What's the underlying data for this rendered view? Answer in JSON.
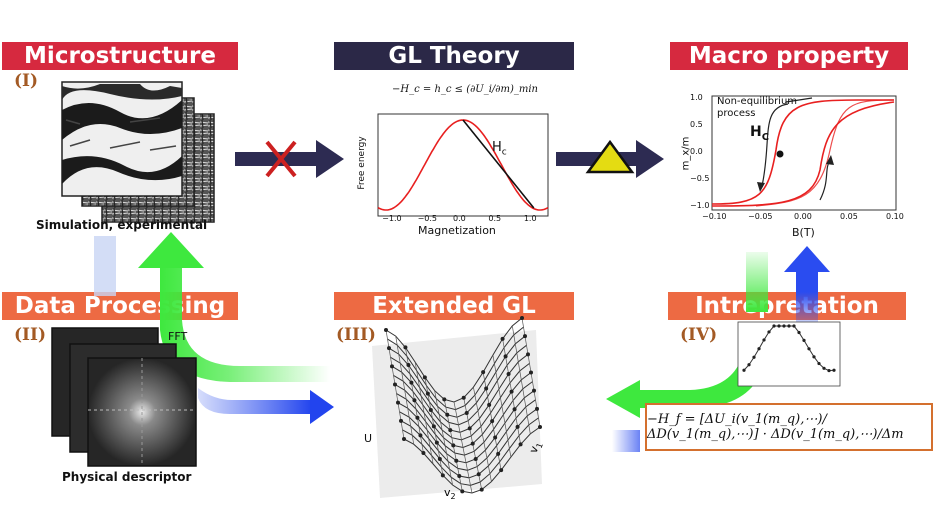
{
  "banners": {
    "microstructure": "Microstructure",
    "gl_theory": "GL Theory",
    "macro": "Macro property",
    "data_processing": "Data Processing",
    "extended_gl": "Extended GL",
    "interpretation": "Intrepretation"
  },
  "roman": {
    "i": "(I)",
    "ii": "(II)",
    "iii": "(III)",
    "iv": "(IV)"
  },
  "captions": {
    "simulation": "Simulation, experimental",
    "physical": "Physical descriptor",
    "fft": "FFT"
  },
  "gl_chart": {
    "formula": "−H_c = h_c ≤ (∂U_i/∂m)_min",
    "ylabel": "Free energy",
    "xlabel": "Magnetization",
    "hc_label": "H",
    "hc_sub": "c",
    "xticks": [
      "−1.0",
      "−0.5",
      "0.0",
      "0.5",
      "1.0"
    ]
  },
  "macro_chart": {
    "ylabel": "m_x/m",
    "xlabel": "B(T)",
    "annotation_line1": "Non-equilibrium",
    "annotation_line2": "process",
    "hc_label": "H",
    "hc_sub": "C",
    "xticks": [
      "−0.10",
      "−0.05",
      "0.00",
      "0.05",
      "0.10"
    ],
    "yticks": [
      "1.0",
      "0.5",
      "0.0",
      "−0.5",
      "−1.0"
    ]
  },
  "ext_gl": {
    "ulabel": "U",
    "v1": "v",
    "v1sub": "1",
    "v2": "v",
    "v2sub": "2"
  },
  "equation": {
    "text": "−H_f = [ΔU_i(v_1(m_q),⋯)/ΔD(v_1(m_q),⋯)] · ΔD(v_1(m_q),⋯)/Δm"
  },
  "colors": {
    "red": "#d6293f",
    "navy": "#2b2847",
    "orange": "#ed6a43",
    "arrow": "#2d2b52",
    "triangle": "#e4dc12"
  }
}
